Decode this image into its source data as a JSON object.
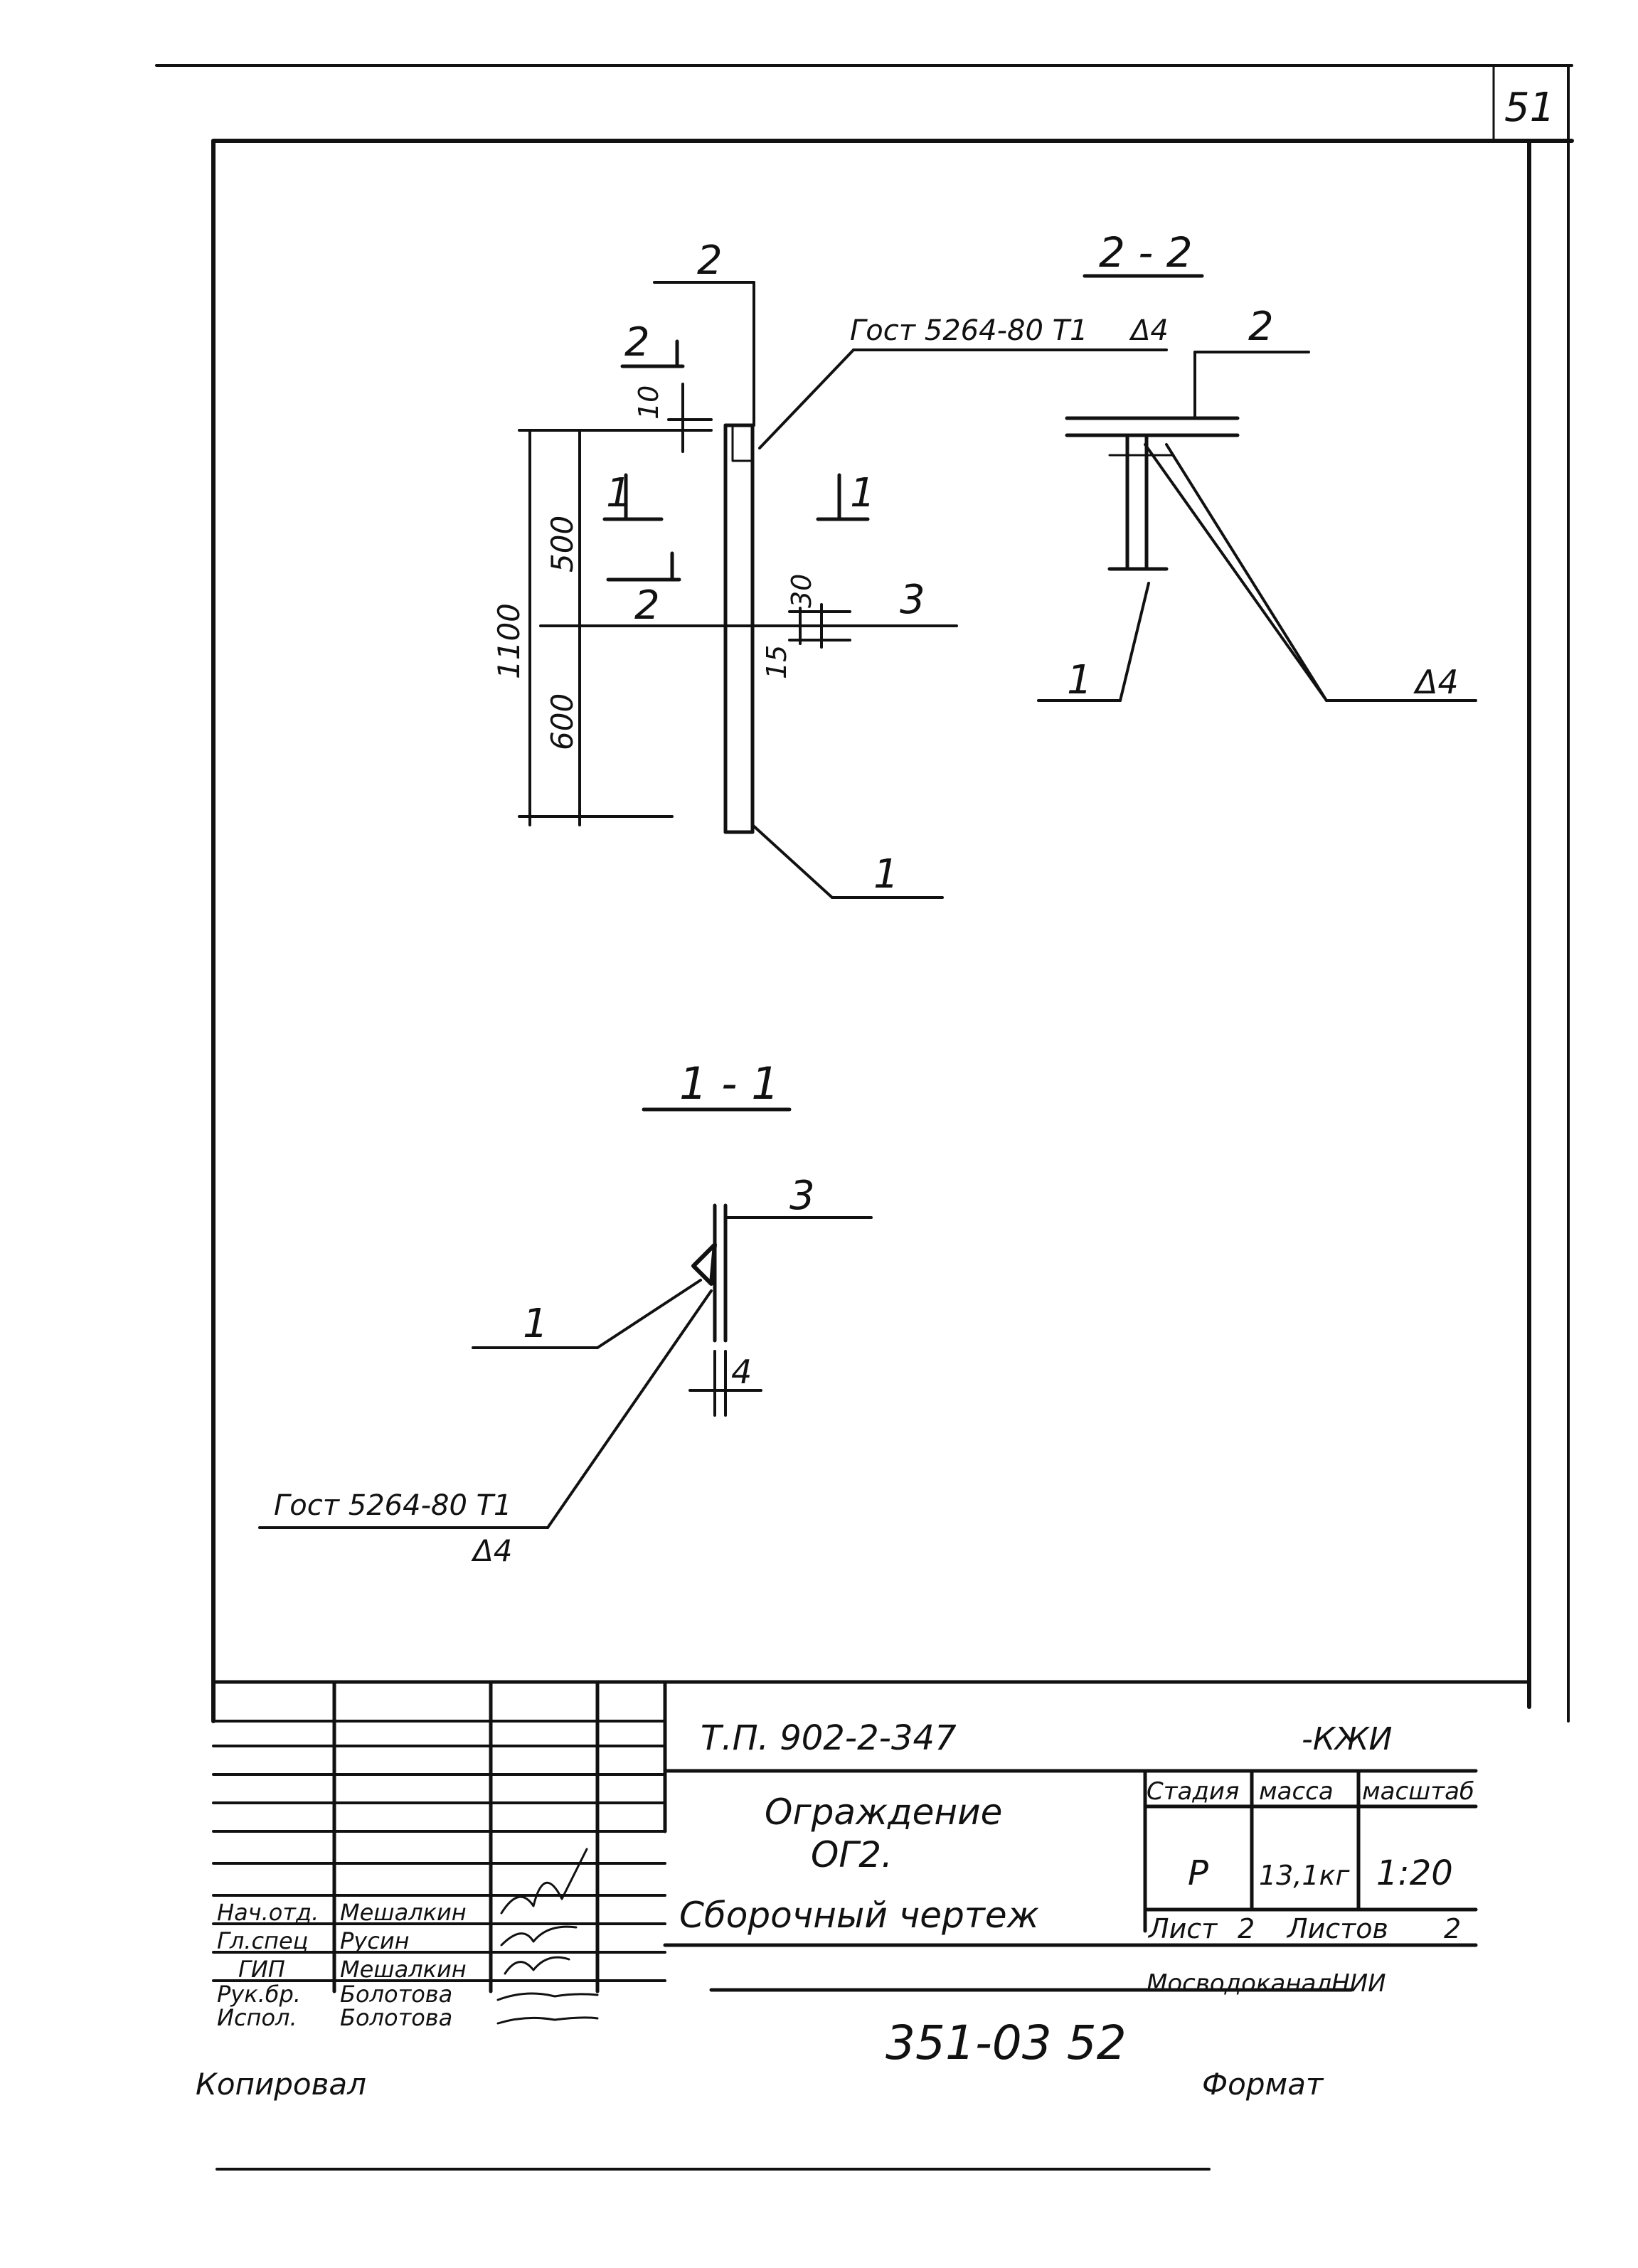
{
  "sheet_number": "51",
  "views": {
    "main": {
      "callout_top": "2",
      "gost_label": "Гост 5264-80 Т1 ",
      "weld_size": "4",
      "section_mark_2_top": "2",
      "section_mark_1_left": "1",
      "section_mark_1_right": "1",
      "section_mark_2_bottom": "2",
      "dim_10": "10",
      "dim_500": "500",
      "dim_600": "600",
      "dim_1100": "1100",
      "dim_30": "30",
      "dim_15": "15",
      "callout_3": "3",
      "callout_1": "1"
    },
    "section_2_2": {
      "title": "2 - 2",
      "callout_2": "2",
      "callout_1": "1",
      "weld_label": "4"
    },
    "section_1_1": {
      "title": "1 - 1",
      "callout_3": "3",
      "callout_1": "1",
      "dim_4": "4",
      "gost_label": "Гост 5264-80 Т1",
      "weld_label": "4"
    }
  },
  "title_block": {
    "doc_code": "Т.П. 902-2-347",
    "doc_suffix": "-КЖИ",
    "title_line1": "Ограждение",
    "title_line2": "ОГ2.",
    "title_line3": "Сборочный чертеж",
    "col_stage": "Стадия",
    "col_mass": "масса",
    "col_scale": "масштаб",
    "stage": "Р",
    "mass": "13,1кг",
    "scale": "1:20",
    "sheet_label": "Лист",
    "sheet_value": "2",
    "sheets_label": "Листов",
    "sheets_value": "2",
    "organization": "МосводоканалНИИ",
    "roles": [
      "Нач.отд.",
      "Гл.спец",
      "ГИП",
      "Рук.бр.",
      "Испол."
    ],
    "names": [
      "Мешалкин",
      "Русин",
      "Мешалкин",
      "Болотова",
      "Болотова"
    ]
  },
  "footer": {
    "number": "351-03 52",
    "copied": "Копировал",
    "format": "Формат"
  }
}
